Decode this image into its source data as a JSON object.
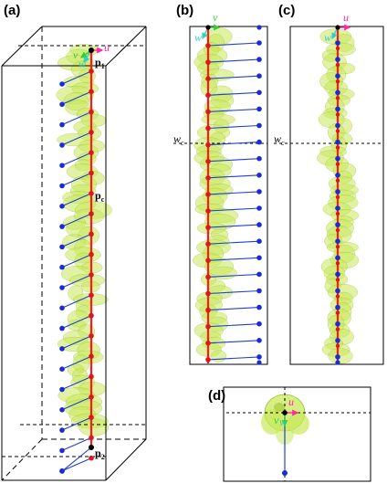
{
  "panels": [
    {
      "id": "a",
      "label": "(a)"
    },
    {
      "id": "b",
      "label": "(b)"
    },
    {
      "id": "c",
      "label": "(c)"
    },
    {
      "id": "d",
      "label": "(d)"
    }
  ],
  "point_labels": {
    "p1": "p",
    "p1_sub": "1",
    "pc": "p",
    "pc_sub": "c",
    "p2": "p",
    "p2_sub": "2"
  },
  "axes": {
    "u": "u",
    "v": "v",
    "w": "w"
  },
  "wc": {
    "base": "w",
    "sub": "c"
  },
  "colors": {
    "centerline": "#ff1a1a",
    "connector": "#1f3fd6",
    "node_blue": "#1b2cd6",
    "node_red": "#e0161b",
    "tissue": "#c8e85a",
    "tissue_edge": "#9cc130",
    "u_axis": "#ff2aa0",
    "v_axis": "#33cc33",
    "w_axis": "#33cccc"
  }
}
